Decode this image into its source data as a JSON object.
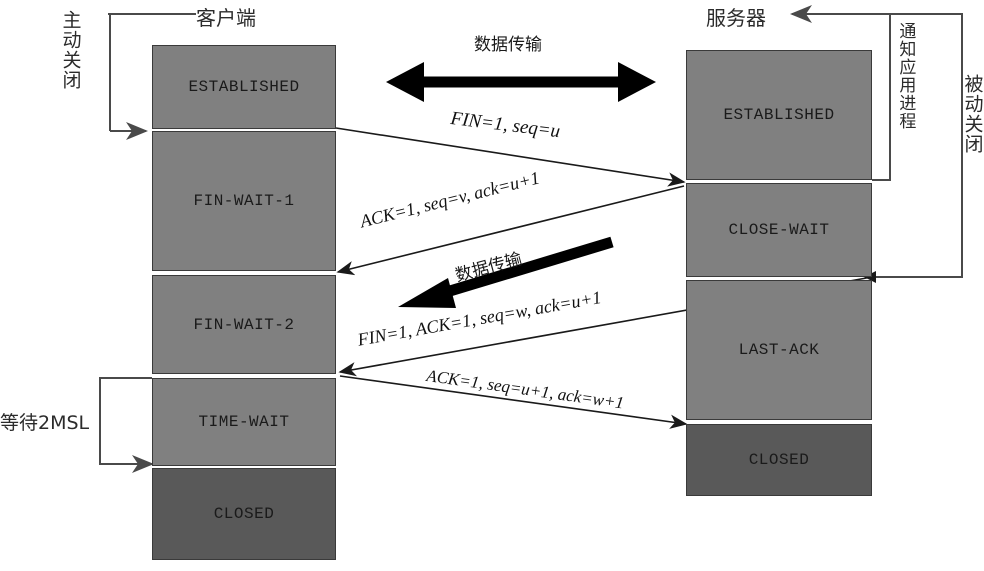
{
  "diagram": {
    "title_client": "客户端",
    "title_server": "服务器",
    "side_labels": {
      "active_close": "主动关闭",
      "passive_close": "被动关闭",
      "notify_app": "通知应用进程",
      "wait_2msl": "等待2MSL"
    },
    "data_transfer_top": "数据传输",
    "data_transfer_mid": "数据传输",
    "colors": {
      "box_gray": "#808080",
      "box_dark": "#595959",
      "border": "#3a3a3a",
      "arrow": "#1a1a1a",
      "bracket": "#4a4a4a"
    }
  },
  "client_states": [
    {
      "label": "ESTABLISHED"
    },
    {
      "label": "FIN-WAIT-1"
    },
    {
      "label": "FIN-WAIT-2"
    },
    {
      "label": "TIME-WAIT"
    },
    {
      "label": "CLOSED"
    }
  ],
  "server_states": [
    {
      "label": "ESTABLISHED"
    },
    {
      "label": "CLOSE-WAIT"
    },
    {
      "label": "LAST-ACK"
    },
    {
      "label": "CLOSED"
    }
  ],
  "messages": [
    {
      "id": "fin1",
      "text": "FIN=1, seq=u",
      "direction": "client-to-server"
    },
    {
      "id": "ack1",
      "text": "ACK=1, seq=v, ack=u+1",
      "direction": "server-to-client"
    },
    {
      "id": "fin2",
      "text": "FIN=1, ACK=1, seq=w, ack=u+1",
      "direction": "server-to-client"
    },
    {
      "id": "ack2",
      "text": "ACK=1, seq=u+1, ack=w+1",
      "direction": "client-to-server"
    }
  ]
}
